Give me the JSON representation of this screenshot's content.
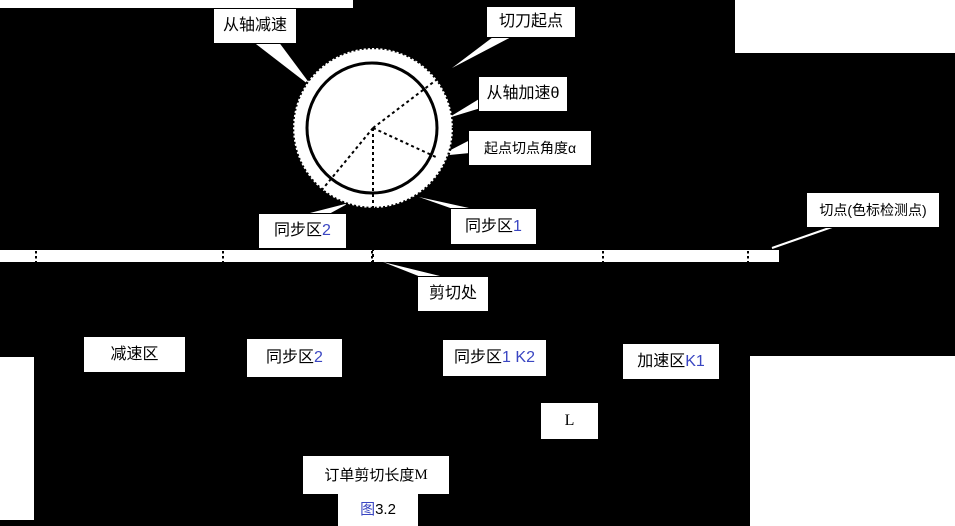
{
  "figure": {
    "type": "rotary-cutter-flying-shear-diagram",
    "colors": {
      "background": "#000000",
      "surface": "#ffffff",
      "line": "#000000",
      "accent_blue": "#3a46c2"
    },
    "callouts": {
      "slave_decel": {
        "text": "从轴减速"
      },
      "cutter_start": {
        "text": "切刀起点"
      },
      "slave_accel": {
        "text": "从轴加速θ"
      },
      "start_tangent_angle": {
        "text": "起点切点角度α"
      },
      "sync_zone_2": {
        "text": "同步区",
        "accent": " 2"
      },
      "sync_zone_1": {
        "text": "同步区",
        "accent": " 1"
      },
      "cut_point": {
        "text": "切点(色标检测点)"
      },
      "shear_position": {
        "text": "剪切处"
      }
    },
    "zones": {
      "decel": {
        "text": "减速区"
      },
      "sync2": {
        "text": "同步区",
        "accent": " 2"
      },
      "sync1_k2": {
        "text": "同步区",
        "accent": " 1 K2"
      },
      "accel_k1": {
        "text": "加速区",
        "accent": " K1"
      }
    },
    "dimensions": {
      "l_label": "L",
      "order_cut_length_text": "订单剪切长度 ",
      "order_cut_length_accent": "M"
    },
    "caption": {
      "figure_accent": "图",
      "figure_number": " 3.2"
    }
  }
}
